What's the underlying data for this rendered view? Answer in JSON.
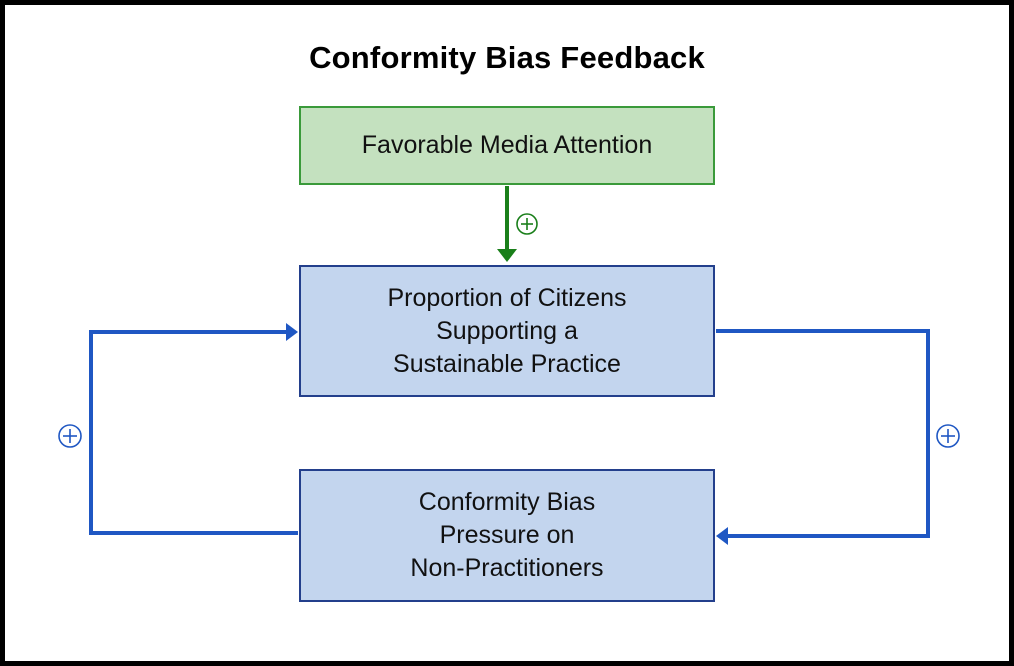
{
  "title": "Conformity Bias Feedback",
  "nodes": {
    "media": {
      "label": "Favorable Media Attention"
    },
    "proportion": {
      "lines": [
        "Proportion of Citizens",
        "Supporting a",
        "Sustainable Practice"
      ]
    },
    "conformity": {
      "lines": [
        "Conformity Bias",
        "Pressure on",
        "Non-Practitioners"
      ]
    }
  },
  "links": [
    {
      "from": "Favorable Media Attention",
      "to": "Proportion of Citizens Supporting a Sustainable Practice",
      "polarity": "+"
    },
    {
      "from": "Proportion of Citizens Supporting a Sustainable Practice",
      "to": "Conformity Bias Pressure on Non-Practitioners",
      "polarity": "+"
    },
    {
      "from": "Conformity Bias Pressure on Non-Practitioners",
      "to": "Proportion of Citizens Supporting a Sustainable Practice",
      "polarity": "+"
    }
  ],
  "colors": {
    "green_link": "#1a7f1a",
    "blue_link": "#1f57c3",
    "green_fill": "#c4e1bf",
    "blue_fill": "#c3d5ee"
  }
}
